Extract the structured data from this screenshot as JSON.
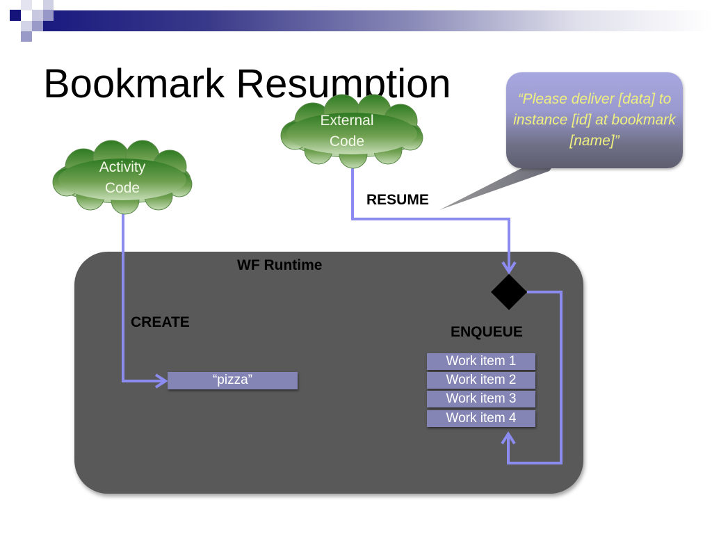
{
  "slide": {
    "title": "Bookmark Resumption"
  },
  "clouds": {
    "activity": {
      "line1": "Activity",
      "line2": "Code"
    },
    "external": {
      "line1": "External",
      "line2": "Code"
    }
  },
  "callout": {
    "text": "“Please deliver [data] to instance [id] at bookmark [name]”"
  },
  "labels": {
    "resume": "RESUME",
    "create": "CREATE",
    "enqueue": "ENQUEUE",
    "runtime": "WF Runtime"
  },
  "bookmark_box": {
    "label": "“pizza”"
  },
  "work_items": [
    {
      "label": "Work item 1"
    },
    {
      "label": "Work item 2"
    },
    {
      "label": "Work item 3"
    },
    {
      "label": "Work item 4"
    }
  ],
  "colors": {
    "connector": "#8c8cf0",
    "runtime_bg": "#595959",
    "box_fill": "#8585b5",
    "callout_text": "#f0f080",
    "cloud_green": "#3f8a2a"
  }
}
